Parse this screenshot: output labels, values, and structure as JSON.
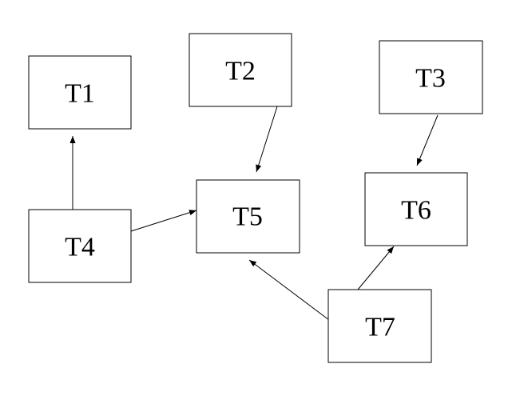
{
  "diagram": {
    "nodes": [
      {
        "id": "T1",
        "label": "T1"
      },
      {
        "id": "T2",
        "label": "T2"
      },
      {
        "id": "T3",
        "label": "T3"
      },
      {
        "id": "T4",
        "label": "T4"
      },
      {
        "id": "T5",
        "label": "T5"
      },
      {
        "id": "T6",
        "label": "T6"
      },
      {
        "id": "T7",
        "label": "T7"
      }
    ],
    "edges": [
      {
        "from": "T4",
        "to": "T1"
      },
      {
        "from": "T4",
        "to": "T5"
      },
      {
        "from": "T2",
        "to": "T5"
      },
      {
        "from": "T7",
        "to": "T5"
      },
      {
        "from": "T3",
        "to": "T6"
      },
      {
        "from": "T7",
        "to": "T6"
      }
    ]
  }
}
